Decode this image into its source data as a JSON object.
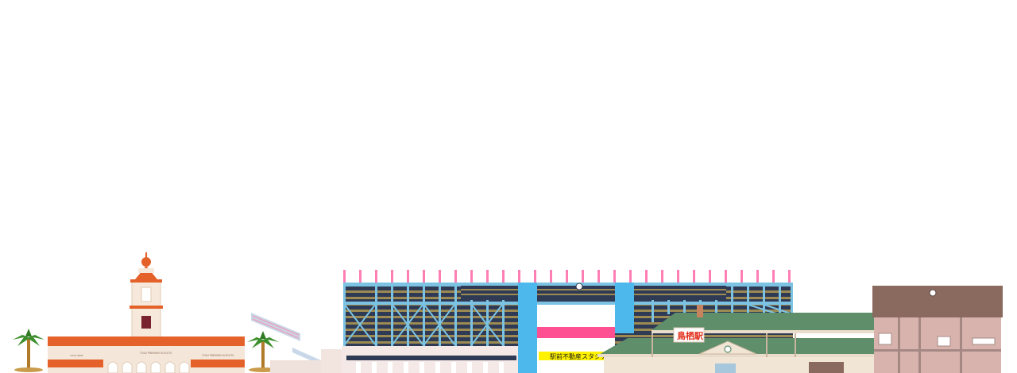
{
  "outlet": {
    "sign_left": "TOSU PREMIUM OUTLETS",
    "sign_right": "TOSU PREMIUM OUTLETS",
    "small_left": "TOSU NINE",
    "colors": {
      "roof": "#e4622a",
      "wall": "#f4e7da",
      "tower": "#f6e9dc",
      "window": "#7a2330"
    }
  },
  "stadium": {
    "banner": "駅前不動産スタジアム",
    "colors": {
      "frame": "#7cc3e3",
      "pink": "#ff5fa2",
      "pillar": "#4db8ec",
      "stand_dark": "#2f3b55",
      "stand_band": "#9c8a52"
    }
  },
  "station": {
    "sign": "鳥栖駅",
    "colors": {
      "roof": "#5f8e6a",
      "wall": "#f1e6d5",
      "sign_bg": "#ffffff",
      "sign_text": "#e2321e"
    }
  },
  "building": {
    "colors": {
      "roof": "#8a6a5f",
      "wall": "#d8b3ae"
    }
  },
  "palms": {
    "colors": {
      "leaf": "#3d8f2d",
      "trunk": "#b07a2a"
    }
  }
}
